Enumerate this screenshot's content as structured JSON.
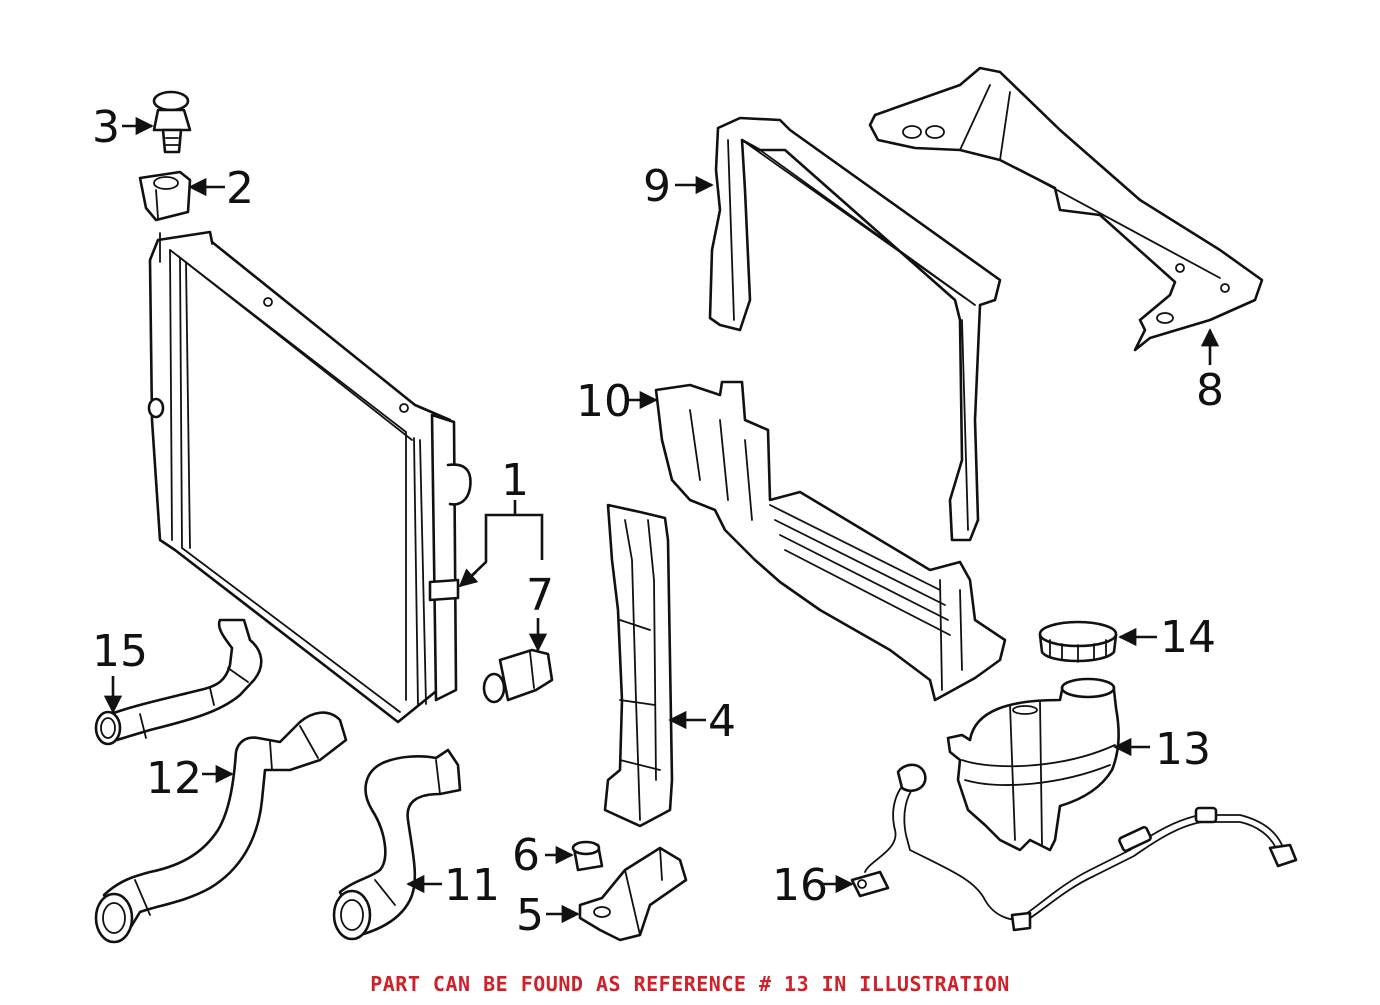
{
  "callouts": {
    "c1": "1",
    "c2": "2",
    "c3": "3",
    "c4": "4",
    "c5": "5",
    "c6": "6",
    "c7": "7",
    "c8": "8",
    "c9": "9",
    "c10": "10",
    "c11": "11",
    "c12": "12",
    "c13": "13",
    "c14": "14",
    "c15": "15",
    "c16": "16"
  },
  "footer": {
    "note": "PART CAN BE FOUND AS REFERENCE # 13 IN ILLUSTRATION"
  },
  "colors": {
    "line": "#111111",
    "note": "#d0202a",
    "background": "#ffffff"
  }
}
